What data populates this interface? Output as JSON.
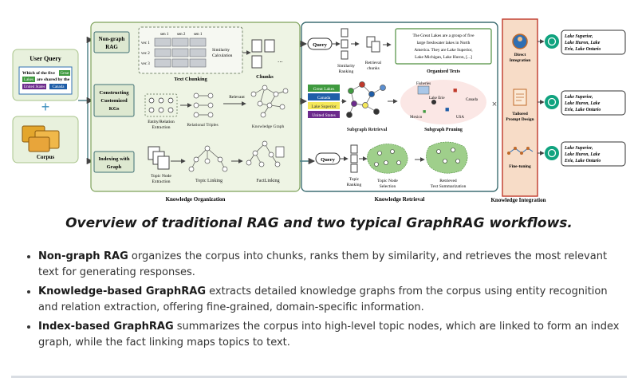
{
  "figure": {
    "user_query_title": "User Query",
    "query_text": [
      "Which of the five",
      "are shared by the"
    ],
    "query_chips": [
      "Great",
      "Lakes",
      "United States",
      "Canada"
    ],
    "corpus_label": "Corpus",
    "plus": "+",
    "times": "×",
    "rows": {
      "nongraph": {
        "label": [
          "Non-graph",
          "RAG"
        ]
      },
      "kg": {
        "label": [
          "Constructing",
          "Customized",
          "KGs"
        ]
      },
      "index": {
        "label": [
          "Indexing with",
          "Graph"
        ]
      }
    },
    "chunk_grid": {
      "cols": [
        "sen 1",
        "sen 2",
        "sen 1"
      ],
      "rows": [
        "vec 1",
        "vec 2",
        "vec 3"
      ]
    },
    "similarity_calc": [
      "Similarity",
      "Calculation"
    ],
    "text_chunking": "Text Chunking",
    "chunks": "Chunks",
    "entity_relation": [
      "Entity/Relation",
      "Extraction"
    ],
    "relational_triples": "Relational Triples",
    "relevant": "Relevant",
    "knowledge_graph": "Knowledge Graph",
    "topic_node_extraction": [
      "Topic Node",
      "Extraction"
    ],
    "topic_linking": "Topic Linking",
    "fact_linking": "FactLinking",
    "knowledge_organization": "Knowledge Organization",
    "query": "Query",
    "similarity_ranking": [
      "Similarity",
      "Ranking"
    ],
    "retrieval_chunks": [
      "Retrieval",
      "chunks"
    ],
    "organized_text": [
      "The Great Lakes are a group of five",
      "large freshwater lakes in North",
      "America. They are Lake Superior,",
      "Lake Michigan, Lake Huron, [...]"
    ],
    "organized_text_label": "Organized Texts",
    "entity_chips": [
      "Great Lakes",
      "Canada",
      "Lake Superior",
      "United States"
    ],
    "subgraph_retrieval": "Subgraph Retrieval",
    "map_labels": [
      "Fisheries",
      "Lake Erie",
      "Canada",
      "Mexico",
      "USA"
    ],
    "subgraph_pruning": "Subgraph Pruning",
    "topic_ranking": [
      "Topic",
      "Ranking"
    ],
    "topic_node_selection": [
      "Topic Node",
      "Selection"
    ],
    "retrieved_text_summarization": [
      "Retrieved",
      "Text Summarization"
    ],
    "knowledge_retrieval": "Knowledge Retrieval",
    "direct_integration": [
      "Direct",
      "Integration"
    ],
    "tailored_prompt": [
      "Tailored",
      "Prompt Design"
    ],
    "fine_tuning": "Fine-tuning",
    "knowledge_integration": "Knowledge Integration",
    "answers": [
      [
        "Lake Superior,",
        "Lake Huron, Lake",
        "Erie, Lake Ontario"
      ],
      [
        "Lake Superior,",
        "Lake Huron, Lake",
        "Erie, Lake Ontario"
      ],
      [
        "Lake Superior,",
        "Lake Huron, Lake",
        "Erie, Lake Ontario"
      ]
    ],
    "colors": {
      "green_panel": "#eef4e4",
      "green_border": "#7ea25b",
      "teal_border": "#3f6f73",
      "orange_bg": "#f7dcc7",
      "orange_border": "#c0392b",
      "chip_green": "#3f9a3f",
      "chip_blue": "#1f5ea8",
      "chip_yellow": "#f4e75a",
      "chip_purple": "#6c2a8c",
      "gpt_green": "#10a37f"
    }
  },
  "caption": "Overview of traditional RAG and two typical GraphRAG workflows.",
  "bullets": [
    {
      "term": "Non-graph RAG",
      "text": " organizes the corpus into chunks, ranks them by similarity, and retrieves the most relevant text for generating responses."
    },
    {
      "term": "Knowledge-based GraphRAG",
      "text": " extracts detailed knowledge graphs from the corpus using entity recognition and relation extraction, offering fine-grained, domain-specific information."
    },
    {
      "term": "Index-based GraphRAG",
      "text": " summarizes the corpus into high-level topic nodes, which are linked to form an index graph, while the fact linking maps topics to text."
    }
  ]
}
